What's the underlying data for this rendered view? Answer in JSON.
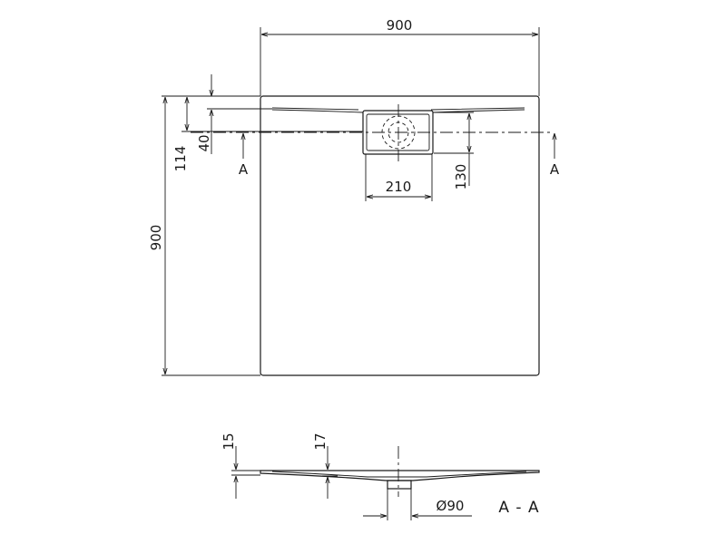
{
  "plan_view": {
    "width_label": "900",
    "height_label": "900",
    "offset_114_label": "114",
    "offset_40_label": "40",
    "drain_width_label": "210",
    "drain_height_label": "130",
    "section_marker_left": "A",
    "section_marker_right": "A"
  },
  "section_view": {
    "height_15_label": "15",
    "height_17_label": "17",
    "drain_diameter_label": "Ø90",
    "section_title": "A - A"
  }
}
